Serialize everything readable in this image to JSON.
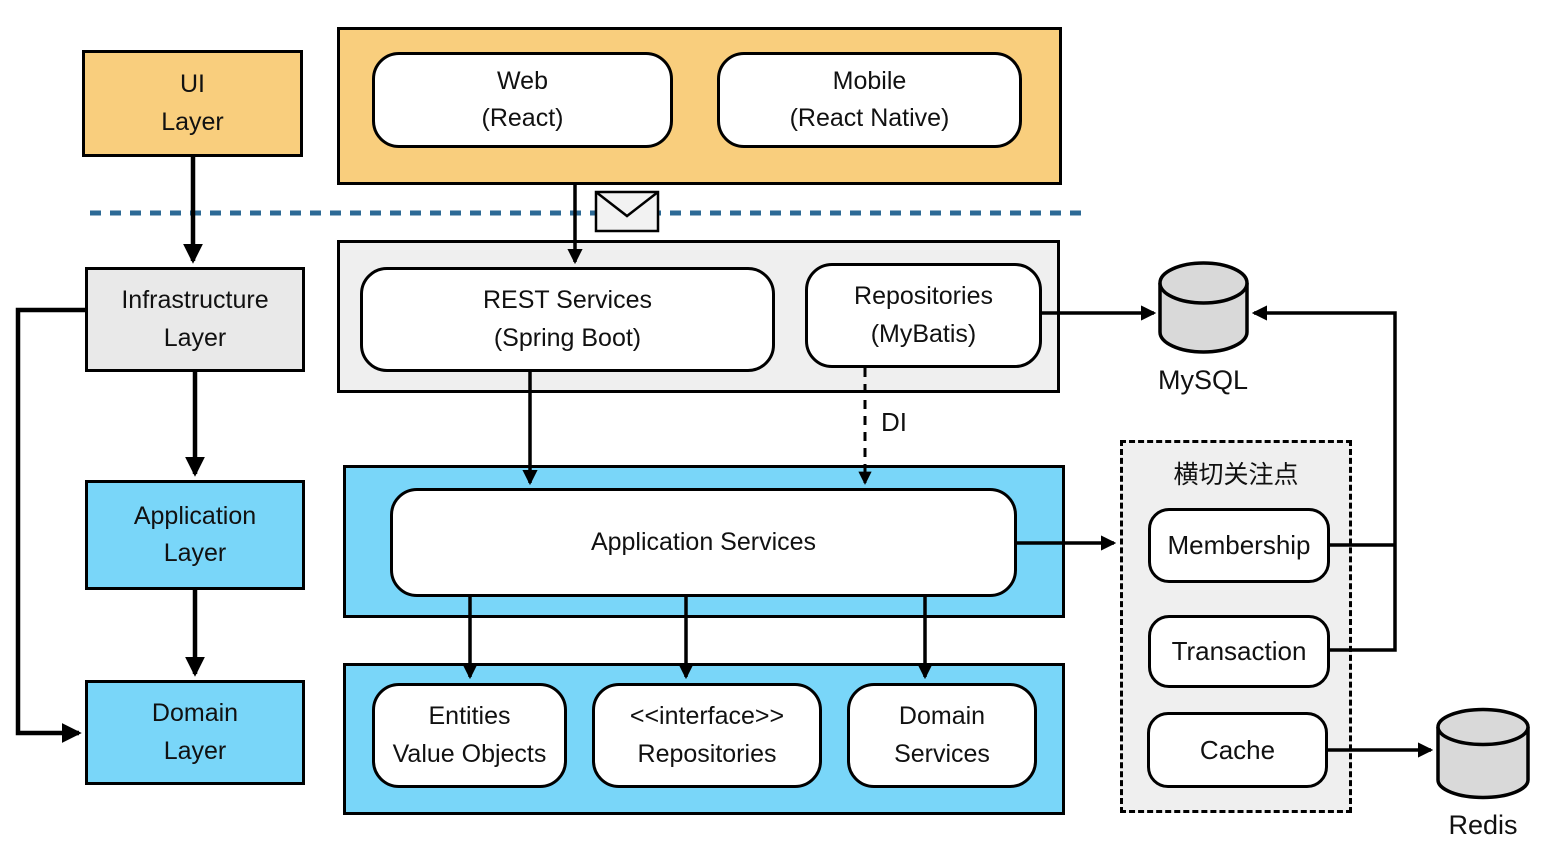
{
  "diagram_type": "layered-architecture-diagram",
  "left_column": {
    "ui_layer": "UI\nLayer",
    "infrastructure_layer": "Infrastructure\nLayer",
    "application_layer": "Application\nLayer",
    "domain_layer": "Domain\nLayer"
  },
  "presentation_tier": {
    "web": "Web\n(React)",
    "mobile": "Mobile\n(React Native)"
  },
  "service_tier": {
    "rest_services": "REST Services\n(Spring Boot)",
    "repositories": "Repositories\n(MyBatis)"
  },
  "application_tier": {
    "application_services": "Application Services"
  },
  "domain_tier": {
    "entities": "Entities\nValue Objects",
    "interface_repositories": "<<interface>>\nRepositories",
    "domain_services": "Domain\nServices"
  },
  "cross_cutting": {
    "title": "横切关注点",
    "items": [
      {
        "label": "Membership"
      },
      {
        "label": "Transaction"
      },
      {
        "label": "Cache"
      }
    ]
  },
  "databases": {
    "mysql_label": "MySQL",
    "redis_label": "Redis"
  },
  "annotations": {
    "di_label": "DI"
  },
  "icons": {
    "message": "envelope-icon",
    "mysql": "database-cylinder-icon",
    "redis": "database-cylinder-icon"
  },
  "colors": {
    "ui_accent_orange": "#F9CE7D",
    "app_accent_blue": "#79D6F9",
    "infra_gray": "#E9E9E9",
    "panel_gray": "#EFEFEF",
    "cylinder_gray": "#D9D9D9",
    "separator_dashed_blue": "#2D6A96",
    "stroke_black": "#000000"
  }
}
